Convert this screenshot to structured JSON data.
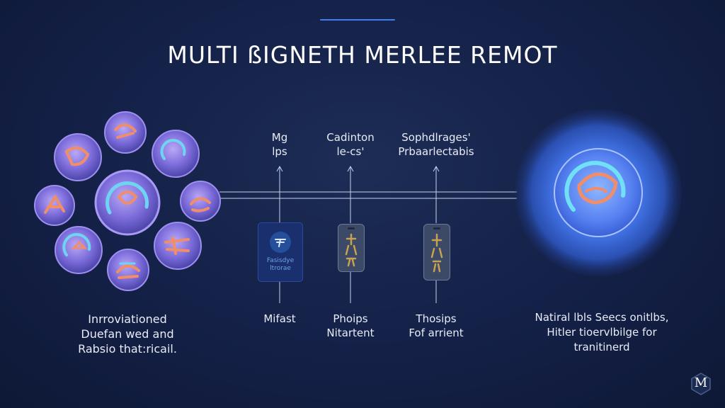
{
  "title": "MULTI ßIGNETH MERLEE REMOT",
  "columns": [
    {
      "top": [
        "Mg",
        "lps"
      ],
      "bottom": [
        "Mifast"
      ]
    },
    {
      "top": [
        "Cadinton",
        "le-cs'"
      ],
      "bottom": [
        "Phoips",
        "Nitartent"
      ]
    },
    {
      "top": [
        "Sophdlrages'",
        "Prbaarlectabis"
      ],
      "bottom": [
        "Thosips",
        "Fof arrient"
      ]
    }
  ],
  "left_caption": [
    "Inrroviationed",
    "Duefan wed and",
    "Rabsio that:ricail."
  ],
  "right_caption": [
    "Natiral lbls Seecs onitlbs,",
    "Hitler tioervlbilge for",
    "tranitinerd"
  ],
  "card_text": [
    "Fasisdye",
    "ltrorae"
  ],
  "logo": "M",
  "colors": {
    "accent": "#3f7df0",
    "background": "#15224a",
    "glow": "#4a7df5"
  }
}
